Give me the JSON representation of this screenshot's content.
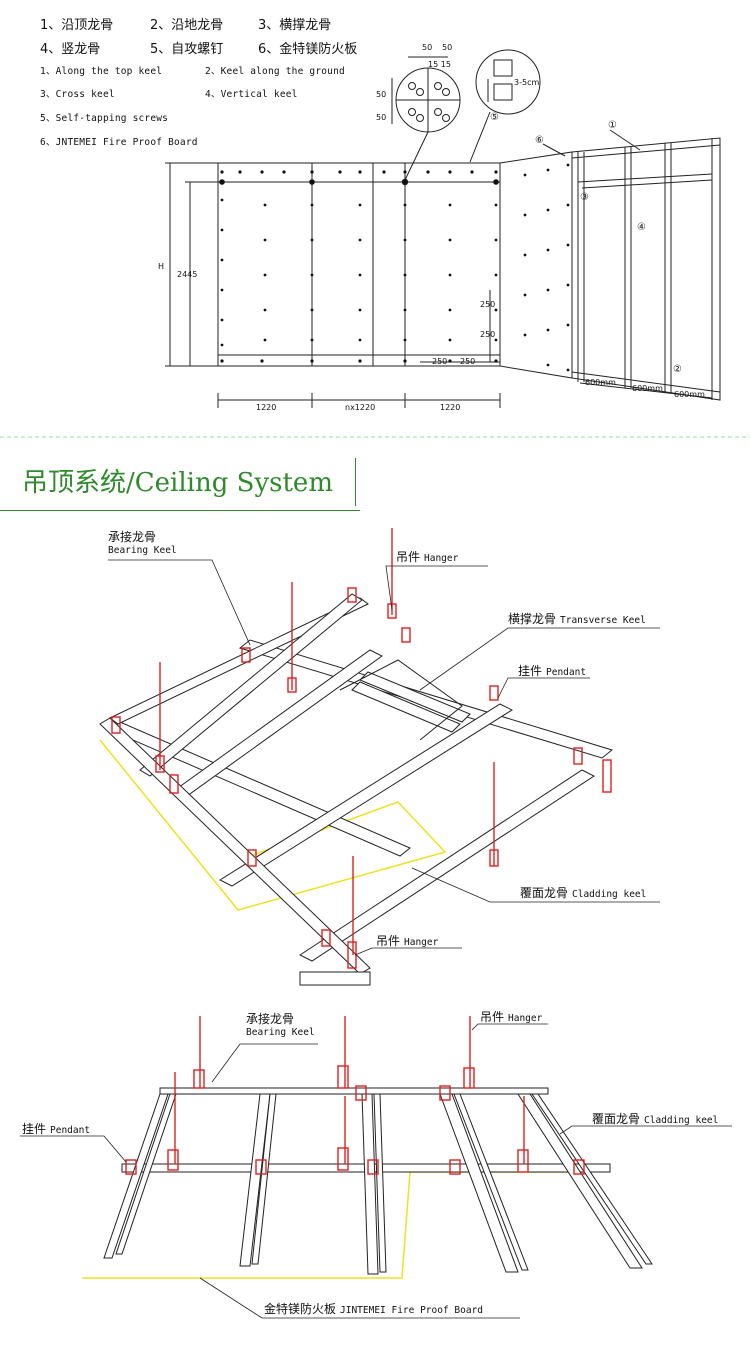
{
  "legend_cn": [
    "1、沿顶龙骨",
    "2、沿地龙骨",
    "3、横撑龙骨",
    "4、竖龙骨",
    "5、自攻螺钉",
    "6、金特镁防火板"
  ],
  "legend_en": [
    "1、Along the top keel",
    "2、Keel along the ground",
    "3、Cross keel",
    "4、Vertical keel",
    "5、Self-tapping screws",
    "6、JNTEMEI Fire Proof Board"
  ],
  "wall_dims": {
    "d_50a": "50",
    "d_50b": "50",
    "d_15a": "15",
    "d_15b": "15",
    "d_v50a": "50",
    "d_v50b": "50",
    "d_v15": "15 15",
    "gap": "3-5cm",
    "h": "H",
    "h_val": "2445",
    "w1": "1220",
    "w2": "nx1220",
    "w3": "1220",
    "s250a": "250",
    "s250b": "250",
    "s250c": "250",
    "s250d": "250",
    "m600a": "600mm",
    "m600b": "600mm",
    "m600c": "600mm",
    "c1": "①",
    "c2": "②",
    "c3": "③",
    "c4": "④",
    "c5": "⑤",
    "c6": "⑥"
  },
  "section_title": "吊顶系统/Ceiling System",
  "ceiling1": {
    "bearing_cn": "承接龙骨",
    "bearing_en": "Bearing Keel",
    "hanger_cn": "吊件",
    "hanger_en": "Hanger",
    "transverse_cn": "横撑龙骨",
    "transverse_en": "Transverse Keel",
    "pendant_cn": "挂件",
    "pendant_en": "Pendant",
    "cladding_cn": "覆面龙骨",
    "cladding_en": "Cladding keel",
    "hanger2_cn": "吊件",
    "hanger2_en": "Hanger"
  },
  "ceiling2": {
    "bearing_cn": "承接龙骨",
    "bearing_en": "Bearing Keel",
    "hanger_cn": "吊件",
    "hanger_en": "Hanger",
    "pendant_cn": "挂件",
    "pendant_en": "Pendant",
    "cladding_cn": "覆面龙骨",
    "cladding_en": "Cladding keel",
    "board_cn": "金特镁防火板",
    "board_en": "JINTEMEI Fire Proof Board"
  },
  "colors": {
    "title_green": "#2e8a2a",
    "hanger_red": "#e02020",
    "board_yellow": "#f0e020",
    "divider": "#9fd9a0"
  }
}
